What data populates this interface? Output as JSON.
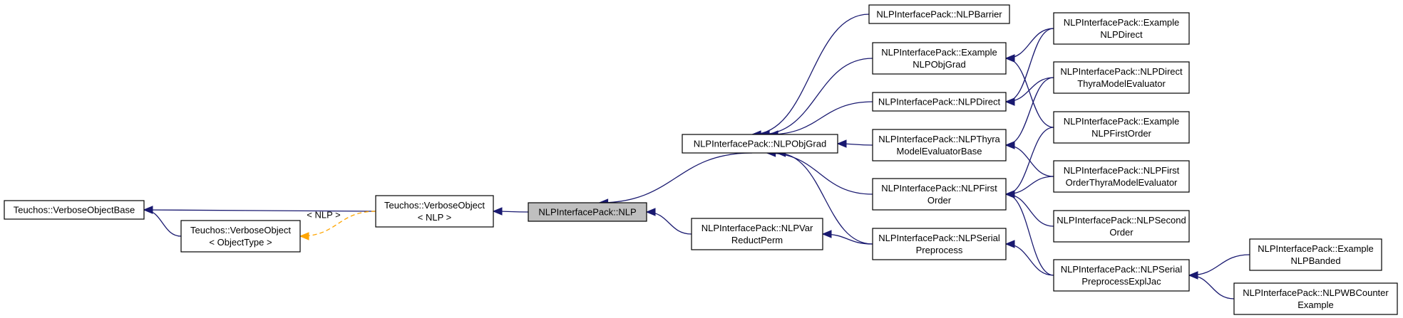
{
  "nodes": {
    "verbose_object_base": [
      "Teuchos::VerboseObjectBase"
    ],
    "verbose_object_type": [
      "Teuchos::VerboseObject",
      "< ObjectType >"
    ],
    "verbose_object_nlp": [
      "Teuchos::VerboseObject",
      "< NLP >"
    ],
    "nlp": [
      "NLPInterfacePack::NLP"
    ],
    "nlp_obj_grad": [
      "NLPInterfacePack::NLPObjGrad"
    ],
    "nlp_var_reduct_perm": [
      "NLPInterfacePack::NLPVar",
      "ReductPerm"
    ],
    "nlp_barrier": [
      "NLPInterfacePack::NLPBarrier"
    ],
    "example_nlp_obj_grad": [
      "NLPInterfacePack::Example",
      "NLPObjGrad"
    ],
    "nlp_direct": [
      "NLPInterfacePack::NLPDirect"
    ],
    "nlp_thyra_model_evaluator_base": [
      "NLPInterfacePack::NLPThyra",
      "ModelEvaluatorBase"
    ],
    "nlp_first_order": [
      "NLPInterfacePack::NLPFirst",
      "Order"
    ],
    "nlp_serial_preprocess": [
      "NLPInterfacePack::NLPSerial",
      "Preprocess"
    ],
    "example_nlp_direct": [
      "NLPInterfacePack::Example",
      "NLPDirect"
    ],
    "nlp_direct_thyra_model_evaluator": [
      "NLPInterfacePack::NLPDirect",
      "ThyraModelEvaluator"
    ],
    "example_nlp_first_order": [
      "NLPInterfacePack::Example",
      "NLPFirstOrder"
    ],
    "nlp_first_order_thyra_model_evaluator": [
      "NLPInterfacePack::NLPFirst",
      "OrderThyraModelEvaluator"
    ],
    "nlp_second_order": [
      "NLPInterfacePack::NLPSecond",
      "Order"
    ],
    "nlp_serial_preprocess_expl_jac": [
      "NLPInterfacePack::NLPSerial",
      "PreprocessExplJac"
    ],
    "example_nlp_banded": [
      "NLPInterfacePack::Example",
      "NLPBanded"
    ],
    "nlp_wb_counter_example": [
      "NLPInterfacePack::NLPWBCounter",
      "Example"
    ]
  },
  "highlighted_node": "nlp",
  "edges": [
    {
      "from": "verbose_object_nlp",
      "to": "verbose_object_base"
    },
    {
      "from": "verbose_object_type",
      "to": "verbose_object_base"
    },
    {
      "from": "verbose_object_nlp",
      "to": "verbose_object_type",
      "label": "< NLP >",
      "style": "template"
    },
    {
      "from": "nlp",
      "to": "verbose_object_nlp"
    },
    {
      "from": "nlp_obj_grad",
      "to": "nlp"
    },
    {
      "from": "nlp_var_reduct_perm",
      "to": "nlp"
    },
    {
      "from": "nlp_barrier",
      "to": "nlp_obj_grad"
    },
    {
      "from": "example_nlp_obj_grad",
      "to": "nlp_obj_grad"
    },
    {
      "from": "nlp_direct",
      "to": "nlp_obj_grad"
    },
    {
      "from": "nlp_thyra_model_evaluator_base",
      "to": "nlp_obj_grad"
    },
    {
      "from": "nlp_first_order",
      "to": "nlp_obj_grad"
    },
    {
      "from": "nlp_serial_preprocess",
      "to": "nlp_obj_grad"
    },
    {
      "from": "nlp_serial_preprocess",
      "to": "nlp_var_reduct_perm"
    },
    {
      "from": "example_nlp_direct",
      "to": "example_nlp_obj_grad"
    },
    {
      "from": "example_nlp_first_order",
      "to": "example_nlp_obj_grad"
    },
    {
      "from": "example_nlp_direct",
      "to": "nlp_direct"
    },
    {
      "from": "nlp_direct_thyra_model_evaluator",
      "to": "nlp_direct"
    },
    {
      "from": "nlp_direct_thyra_model_evaluator",
      "to": "nlp_thyra_model_evaluator_base"
    },
    {
      "from": "nlp_first_order_thyra_model_evaluator",
      "to": "nlp_thyra_model_evaluator_base"
    },
    {
      "from": "example_nlp_first_order",
      "to": "nlp_first_order"
    },
    {
      "from": "nlp_first_order_thyra_model_evaluator",
      "to": "nlp_first_order"
    },
    {
      "from": "nlp_second_order",
      "to": "nlp_first_order"
    },
    {
      "from": "nlp_serial_preprocess_expl_jac",
      "to": "nlp_first_order"
    },
    {
      "from": "nlp_serial_preprocess_expl_jac",
      "to": "nlp_serial_preprocess"
    },
    {
      "from": "example_nlp_banded",
      "to": "nlp_serial_preprocess_expl_jac"
    },
    {
      "from": "nlp_wb_counter_example",
      "to": "nlp_serial_preprocess_expl_jac"
    }
  ]
}
